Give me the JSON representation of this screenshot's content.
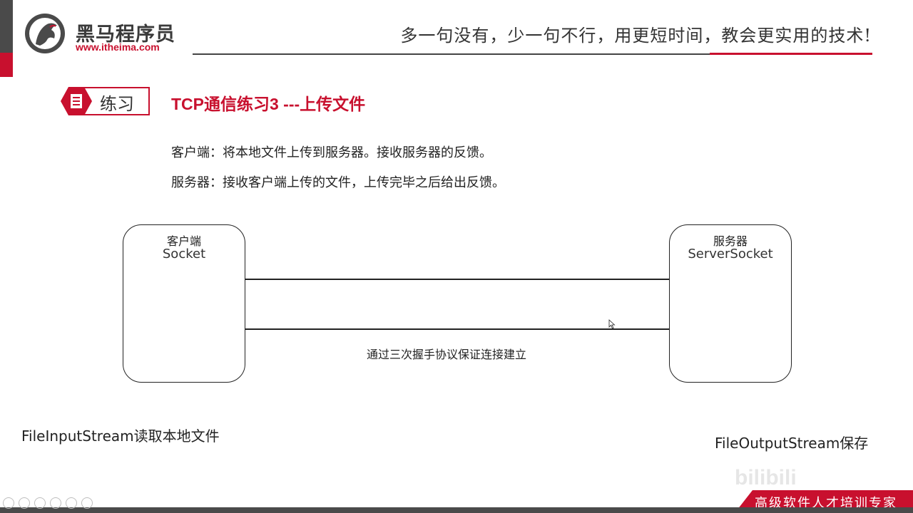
{
  "header": {
    "brand_name": "黑马程序员",
    "brand_url": "www.itheima.com",
    "slogan": "多一句没有，少一句不行，用更短时间，教会更实用的技术!"
  },
  "slide": {
    "badge_label": "练习",
    "title": "TCP通信练习3 ---上传文件",
    "descriptions": [
      "客户端：将本地文件上传到服务器。接收服务器的反馈。",
      "服务器：接收客户端上传的文件，上传完毕之后给出反馈。"
    ]
  },
  "diagram": {
    "client": {
      "role": "客户端",
      "class": "Socket"
    },
    "server": {
      "role": "服务器",
      "class": "ServerSocket"
    },
    "connection_label": "通过三次握手协议保证连接建立"
  },
  "notes": {
    "left": "FileInputStream读取本地文件",
    "right": "FileOutputStream保存"
  },
  "footer": {
    "tagline": "高级软件人才培训专家",
    "watermark": "bilibili"
  },
  "colors": {
    "brand_red": "#c8102e",
    "dark_gray": "#4a4a4a"
  }
}
